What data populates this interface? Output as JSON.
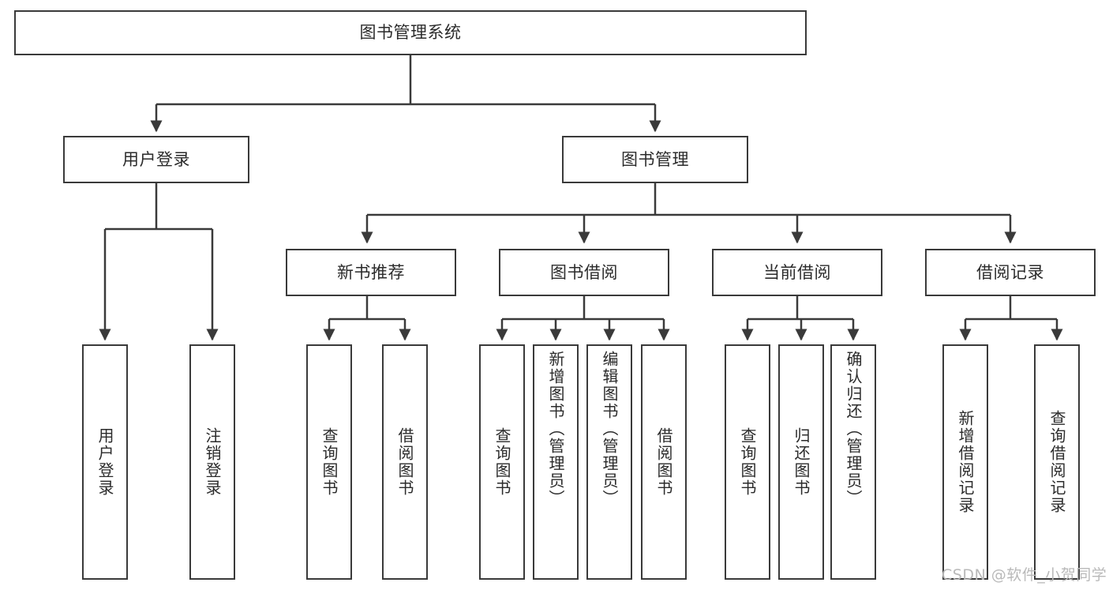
{
  "diagram": {
    "title": "图书管理系统",
    "type": "hierarchy-tree",
    "root": {
      "id": "root",
      "label": "图书管理系统"
    },
    "level2": [
      {
        "id": "user-login",
        "label": "用户登录"
      },
      {
        "id": "book-manage",
        "label": "图书管理"
      }
    ],
    "level3": [
      {
        "id": "new-book-rec",
        "label": "新书推荐",
        "parent": "book-manage"
      },
      {
        "id": "book-borrow",
        "label": "图书借阅",
        "parent": "book-manage"
      },
      {
        "id": "current-borrow",
        "label": "当前借阅",
        "parent": "book-manage"
      },
      {
        "id": "borrow-record",
        "label": "借阅记录",
        "parent": "book-manage"
      }
    ],
    "leaves": {
      "user-login": [
        {
          "id": "leaf-user-login",
          "label": "用户登录"
        },
        {
          "id": "leaf-logout",
          "label": "注销登录"
        }
      ],
      "new-book-rec": [
        {
          "id": "leaf-query-book-1",
          "label": "查询图书"
        },
        {
          "id": "leaf-borrow-book-1",
          "label": "借阅图书"
        }
      ],
      "book-borrow": [
        {
          "id": "leaf-query-book-2",
          "label": "查询图书"
        },
        {
          "id": "leaf-add-book",
          "label": "新增图书（管理员）"
        },
        {
          "id": "leaf-edit-book",
          "label": "编辑图书（管理员）"
        },
        {
          "id": "leaf-borrow-book-2",
          "label": "借阅图书"
        }
      ],
      "current-borrow": [
        {
          "id": "leaf-query-book-3",
          "label": "查询图书"
        },
        {
          "id": "leaf-return-book",
          "label": "归还图书"
        },
        {
          "id": "leaf-confirm-return",
          "label": "确认归还（管理员）"
        }
      ],
      "borrow-record": [
        {
          "id": "leaf-add-record",
          "label": "新增借阅记录"
        },
        {
          "id": "leaf-query-record",
          "label": "查询借阅记录"
        }
      ]
    },
    "watermark": "CSDN @软件_小贺同学",
    "colors": {
      "stroke": "#3a3a3a",
      "fill": "#ffffff",
      "text": "#2b2b2b",
      "watermark": "#b9b9b9"
    }
  }
}
